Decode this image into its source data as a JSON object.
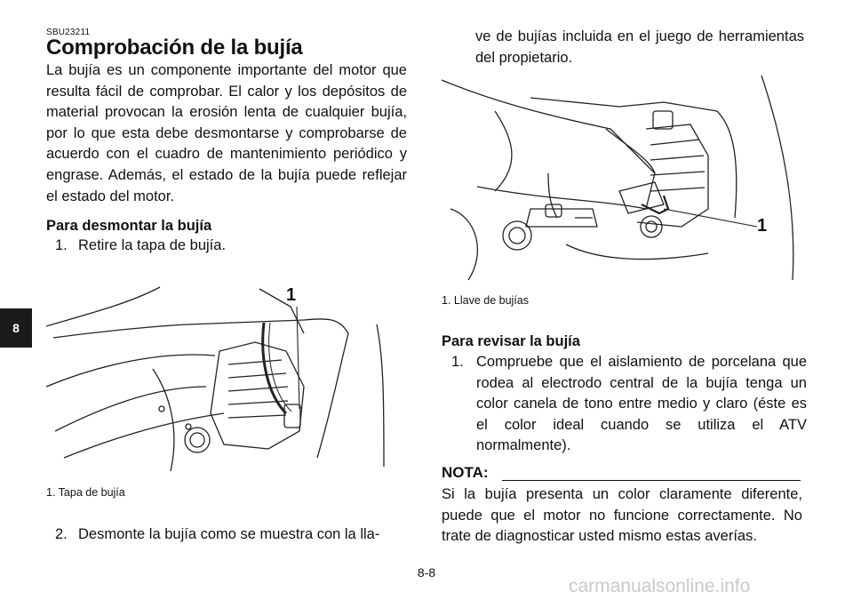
{
  "left": {
    "code": "SBU23211",
    "title": "Comprobación de la bujía",
    "intro": "La bujía es un componente importante del motor que resulta fácil de comprobar. El calor y los depósitos de material provocan la erosión lenta de cualquier bujía, por lo que esta debe desmontarse y comprobarse de acuerdo con el cuadro de mantenimiento periódico y engrase. Además, el estado de la bujía puede reflejar el estado del motor.",
    "remove_heading": "Para desmontar la bujía",
    "step1_num": "1.",
    "step1_text": "Retire la tapa de bujía.",
    "fig1_callout": "1",
    "fig1_caption": "1.  Tapa de bujía",
    "step2_num": "2.",
    "step2_text": "Desmonte la bujía como se muestra con la lla-"
  },
  "right": {
    "intro": "ve de bujías incluida en el juego de herramientas del propietario.",
    "fig2_callout": "1",
    "fig2_caption": "1.  Llave de bujías",
    "check_heading": "Para revisar la bujía",
    "step1_num": "1.",
    "step1_text": "Compruebe que el aislamiento de porcelana que rodea al electrodo central de la bujía tenga un color canela de tono entre medio y claro (éste es el color ideal cuando se utiliza el ATV normalmente).",
    "nota_label": "NOTA:",
    "nota_text": "Si la bujía presenta un color claramente diferente, puede que el motor no funcione correctamente. No trate de diagnosticar usted mismo estas averías."
  },
  "page_number": "8-8",
  "chapter_tab": "8",
  "watermark": "carmanualsonline.info"
}
